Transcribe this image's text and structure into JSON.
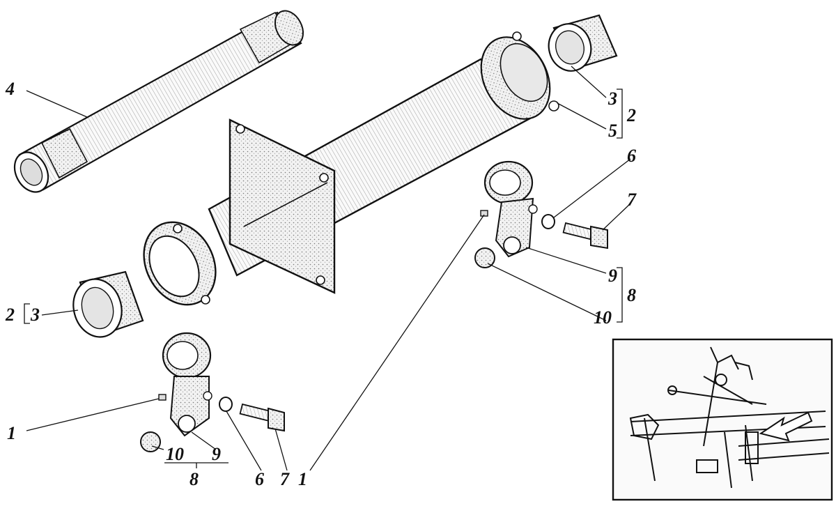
{
  "labels": {
    "l4": "4",
    "l3_top": "3",
    "l5": "5",
    "l2_top": "2",
    "l6_right": "6",
    "l7_right": "7",
    "l9_right": "9",
    "l8_right": "8",
    "l10_right": "10",
    "l2_left": "2",
    "l3_left": "3",
    "l1_left": "1",
    "l10_bottom": "10",
    "l9_bottom": "9",
    "l8_bottom": "8",
    "l6_bottom": "6",
    "l7_bottom": "7",
    "l1_bottom": "1"
  },
  "icons": {
    "inset": "tractor-assembly-location-inset",
    "arrow": "location-arrow-icon"
  }
}
